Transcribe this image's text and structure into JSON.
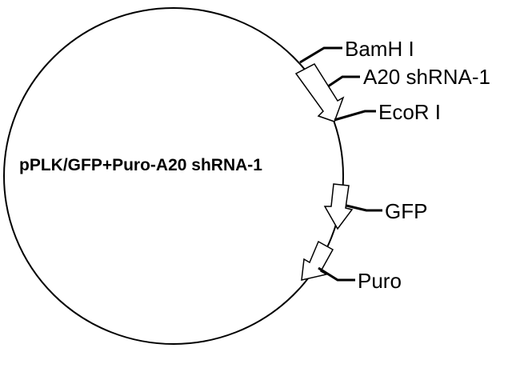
{
  "plasmid": {
    "name": "pPLK/GFP+Puro-A20 shRNA-1"
  },
  "features": {
    "bamh1": {
      "label": "BamH I"
    },
    "shrna": {
      "label": "A20 shRNA-1"
    },
    "ecor1": {
      "label": "EcoR I"
    },
    "gfp": {
      "label": "GFP"
    },
    "puro": {
      "label": "Puro"
    }
  },
  "colors": {
    "line": "#000000",
    "background": "#ffffff",
    "arrow_fill": "#ffffff"
  }
}
